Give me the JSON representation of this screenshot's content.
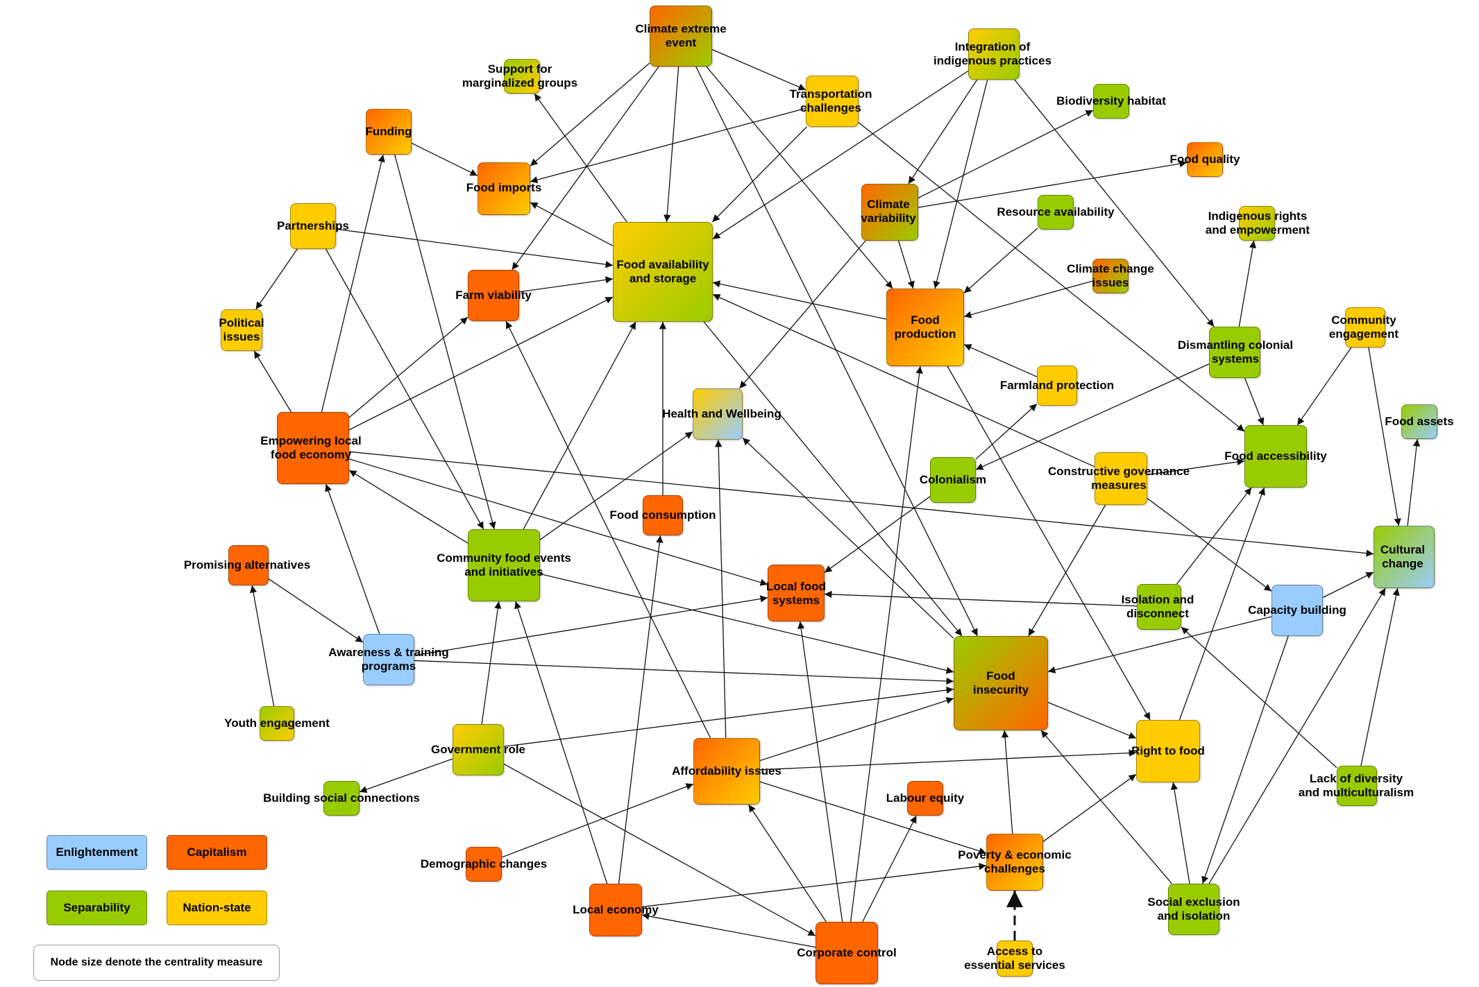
{
  "colors": {
    "enlightenment": "#99ccff",
    "capitalism": "#ff6600",
    "separability": "#99cc00",
    "nation_state": "#ffcc00"
  },
  "legend": {
    "enlightenment": "Enlightenment",
    "capitalism": "Capitalism",
    "separability": "Separability",
    "nation_state": "Nation-state",
    "note": "Node size denote the centrality measure"
  },
  "nodes": [
    {
      "id": "climate_extreme",
      "label": "Climate extreme\nevent",
      "fill": [
        "capitalism",
        "separability"
      ]
    },
    {
      "id": "support_marg",
      "label": "Support for\nmarginalized groups",
      "fill": [
        "separability",
        "nation_state"
      ]
    },
    {
      "id": "transport",
      "label": "Transportation\nchallenges",
      "fill": [
        "nation_state"
      ]
    },
    {
      "id": "integration_ind",
      "label": "Integration of\nindigenous practices",
      "fill": [
        "nation_state",
        "separability"
      ]
    },
    {
      "id": "biodiversity",
      "label": "Biodiversity habitat",
      "fill": [
        "separability"
      ]
    },
    {
      "id": "funding",
      "label": "Funding",
      "fill": [
        "capitalism",
        "nation_state"
      ]
    },
    {
      "id": "food_imports",
      "label": "Food imports",
      "fill": [
        "capitalism",
        "nation_state"
      ]
    },
    {
      "id": "food_quality",
      "label": "Food quality",
      "fill": [
        "capitalism",
        "nation_state"
      ]
    },
    {
      "id": "climate_var",
      "label": "Climate\nvariability",
      "fill": [
        "capitalism",
        "separability"
      ]
    },
    {
      "id": "resource_avail",
      "label": "Resource availability",
      "fill": [
        "separability"
      ]
    },
    {
      "id": "indigenous_rights",
      "label": "Indigenous rights\nand empowerment",
      "fill": [
        "nation_state",
        "separability"
      ]
    },
    {
      "id": "partnerships",
      "label": "Partnerships",
      "fill": [
        "nation_state"
      ]
    },
    {
      "id": "food_avail",
      "label": "Food availability\nand storage",
      "fill": [
        "nation_state",
        "separability"
      ]
    },
    {
      "id": "farm_viability",
      "label": "Farm viability",
      "fill": [
        "capitalism"
      ]
    },
    {
      "id": "climate_change",
      "label": "Climate change\nissues",
      "fill": [
        "capitalism",
        "separability"
      ]
    },
    {
      "id": "political",
      "label": "Political\nissues",
      "fill": [
        "nation_state"
      ]
    },
    {
      "id": "food_production",
      "label": "Food\nproduction",
      "fill": [
        "capitalism",
        "nation_state"
      ]
    },
    {
      "id": "community_engagement",
      "label": "Community\nengagement",
      "fill": [
        "nation_state"
      ]
    },
    {
      "id": "dismantling",
      "label": "Dismantling colonial\nsystems",
      "fill": [
        "separability"
      ]
    },
    {
      "id": "farmland",
      "label": "Farmland protection",
      "fill": [
        "nation_state"
      ]
    },
    {
      "id": "health",
      "label": "Health and Wellbeing",
      "fill": [
        "nation_state",
        "enlightenment"
      ]
    },
    {
      "id": "food_assets",
      "label": "Food assets",
      "fill": [
        "separability",
        "enlightenment"
      ]
    },
    {
      "id": "empowering",
      "label": "Empowering local\nfood economy",
      "fill": [
        "capitalism"
      ]
    },
    {
      "id": "food_access",
      "label": "Food accessibility",
      "fill": [
        "separability"
      ]
    },
    {
      "id": "colonialism",
      "label": "Colonialism",
      "fill": [
        "separability"
      ]
    },
    {
      "id": "constructive",
      "label": "Constructive governance\nmeasures",
      "fill": [
        "nation_state"
      ]
    },
    {
      "id": "food_consumption",
      "label": "Food consumption",
      "fill": [
        "capitalism"
      ]
    },
    {
      "id": "cultural_change",
      "label": "Cultural\nchange",
      "fill": [
        "separability",
        "enlightenment"
      ]
    },
    {
      "id": "promising",
      "label": "Promising alternatives",
      "fill": [
        "capitalism"
      ]
    },
    {
      "id": "community_food",
      "label": "Community food events\nand initiatives",
      "fill": [
        "separability"
      ]
    },
    {
      "id": "local_food",
      "label": "Local food\nsystems",
      "fill": [
        "capitalism"
      ]
    },
    {
      "id": "isolation",
      "label": "Isolation and\ndisconnect",
      "fill": [
        "separability"
      ]
    },
    {
      "id": "capacity",
      "label": "Capacity building",
      "fill": [
        "enlightenment"
      ]
    },
    {
      "id": "awareness",
      "label": "Awareness & training\nprograms",
      "fill": [
        "enlightenment"
      ]
    },
    {
      "id": "food_insecurity",
      "label": "Food\ninsecurity",
      "fill": [
        "separability",
        "capitalism"
      ]
    },
    {
      "id": "youth",
      "label": "Youth engagement",
      "fill": [
        "separability",
        "nation_state"
      ]
    },
    {
      "id": "government",
      "label": "Government role",
      "fill": [
        "nation_state",
        "separability"
      ]
    },
    {
      "id": "right_to_food",
      "label": "Right to food",
      "fill": [
        "nation_state"
      ]
    },
    {
      "id": "affordability",
      "label": "Affordability issues",
      "fill": [
        "capitalism",
        "nation_state"
      ]
    },
    {
      "id": "lack_diversity",
      "label": "Lack of diversity\nand multiculturalism",
      "fill": [
        "separability"
      ]
    },
    {
      "id": "building_social",
      "label": "Building social connections",
      "fill": [
        "separability"
      ]
    },
    {
      "id": "labour_equity",
      "label": "Labour equity",
      "fill": [
        "capitalism"
      ]
    },
    {
      "id": "demographic",
      "label": "Demographic changes",
      "fill": [
        "capitalism"
      ]
    },
    {
      "id": "poverty",
      "label": "Poverty & economic\nchallenges",
      "fill": [
        "capitalism",
        "nation_state"
      ]
    },
    {
      "id": "local_economy",
      "label": "Local economy",
      "fill": [
        "capitalism"
      ]
    },
    {
      "id": "social_exclusion",
      "label": "Social exclusion\nand isolation",
      "fill": [
        "separability"
      ]
    },
    {
      "id": "corporate_control",
      "label": "Corporate control",
      "fill": [
        "capitalism"
      ]
    },
    {
      "id": "access_essential",
      "label": "Access to\nessential services",
      "fill": [
        "nation_state"
      ]
    }
  ],
  "edges": [
    [
      "climate_extreme",
      "food_imports"
    ],
    [
      "climate_extreme",
      "food_avail"
    ],
    [
      "climate_extreme",
      "transport"
    ],
    [
      "climate_extreme",
      "farm_viability"
    ],
    [
      "climate_extreme",
      "food_production"
    ],
    [
      "climate_extreme",
      "food_insecurity"
    ],
    [
      "transport",
      "food_imports"
    ],
    [
      "transport",
      "food_avail"
    ],
    [
      "transport",
      "food_access"
    ],
    [
      "integration_ind",
      "food_avail"
    ],
    [
      "integration_ind",
      "climate_var"
    ],
    [
      "integration_ind",
      "food_production"
    ],
    [
      "integration_ind",
      "dismantling"
    ],
    [
      "funding",
      "food_imports"
    ],
    [
      "funding",
      "community_food"
    ],
    [
      "food_avail",
      "food_imports"
    ],
    [
      "food_avail",
      "support_marg"
    ],
    [
      "food_avail",
      "food_insecurity"
    ],
    [
      "climate_var",
      "biodiversity"
    ],
    [
      "climate_var",
      "food_quality"
    ],
    [
      "climate_var",
      "food_production"
    ],
    [
      "climate_var",
      "health"
    ],
    [
      "resource_avail",
      "food_production"
    ],
    [
      "climate_change",
      "food_production"
    ],
    [
      "partnerships",
      "food_avail"
    ],
    [
      "partnerships",
      "political"
    ],
    [
      "partnerships",
      "community_food"
    ],
    [
      "farm_viability",
      "food_avail"
    ],
    [
      "food_production",
      "food_avail"
    ],
    [
      "food_production",
      "right_to_food"
    ],
    [
      "farmland",
      "food_production"
    ],
    [
      "dismantling",
      "indigenous_rights"
    ],
    [
      "dismantling",
      "food_access"
    ],
    [
      "dismantling",
      "colonialism"
    ],
    [
      "community_engagement",
      "food_access"
    ],
    [
      "community_engagement",
      "cultural_change"
    ],
    [
      "empowering",
      "political"
    ],
    [
      "empowering",
      "funding"
    ],
    [
      "empowering",
      "farm_viability"
    ],
    [
      "empowering",
      "food_avail"
    ],
    [
      "empowering",
      "local_food"
    ],
    [
      "empowering",
      "cultural_change"
    ],
    [
      "colonialism",
      "farmland"
    ],
    [
      "colonialism",
      "local_food"
    ],
    [
      "constructive",
      "food_avail"
    ],
    [
      "constructive",
      "food_access"
    ],
    [
      "constructive",
      "food_insecurity"
    ],
    [
      "constructive",
      "capacity"
    ],
    [
      "food_consumption",
      "food_avail"
    ],
    [
      "cultural_change",
      "food_assets"
    ],
    [
      "promising",
      "awareness"
    ],
    [
      "community_food",
      "food_avail"
    ],
    [
      "community_food",
      "health"
    ],
    [
      "community_food",
      "empowering"
    ],
    [
      "community_food",
      "food_insecurity"
    ],
    [
      "isolation",
      "local_food"
    ],
    [
      "isolation",
      "food_access"
    ],
    [
      "capacity",
      "cultural_change"
    ],
    [
      "capacity",
      "food_insecurity"
    ],
    [
      "capacity",
      "social_exclusion"
    ],
    [
      "awareness",
      "empowering"
    ],
    [
      "awareness",
      "local_food"
    ],
    [
      "awareness",
      "food_insecurity"
    ],
    [
      "food_insecurity",
      "health"
    ],
    [
      "food_insecurity",
      "right_to_food"
    ],
    [
      "youth",
      "promising"
    ],
    [
      "government",
      "community_food"
    ],
    [
      "government",
      "building_social"
    ],
    [
      "government",
      "food_insecurity"
    ],
    [
      "government",
      "corporate_control"
    ],
    [
      "right_to_food",
      "food_access"
    ],
    [
      "affordability",
      "health"
    ],
    [
      "affordability",
      "farm_viability"
    ],
    [
      "affordability",
      "food_insecurity"
    ],
    [
      "affordability",
      "right_to_food"
    ],
    [
      "affordability",
      "poverty"
    ],
    [
      "lack_diversity",
      "cultural_change"
    ],
    [
      "lack_diversity",
      "isolation"
    ],
    [
      "demographic",
      "affordability"
    ],
    [
      "poverty",
      "food_insecurity"
    ],
    [
      "poverty",
      "right_to_food"
    ],
    [
      "local_economy",
      "food_consumption"
    ],
    [
      "local_economy",
      "community_food"
    ],
    [
      "local_economy",
      "poverty"
    ],
    [
      "social_exclusion",
      "right_to_food"
    ],
    [
      "social_exclusion",
      "food_insecurity"
    ],
    [
      "social_exclusion",
      "cultural_change"
    ],
    [
      "corporate_control",
      "local_economy"
    ],
    [
      "corporate_control",
      "affordability"
    ],
    [
      "corporate_control",
      "local_food"
    ],
    [
      "corporate_control",
      "food_production"
    ],
    [
      "corporate_control",
      "labour_equity"
    ],
    [
      "access_essential",
      "poverty",
      "dashed"
    ]
  ]
}
